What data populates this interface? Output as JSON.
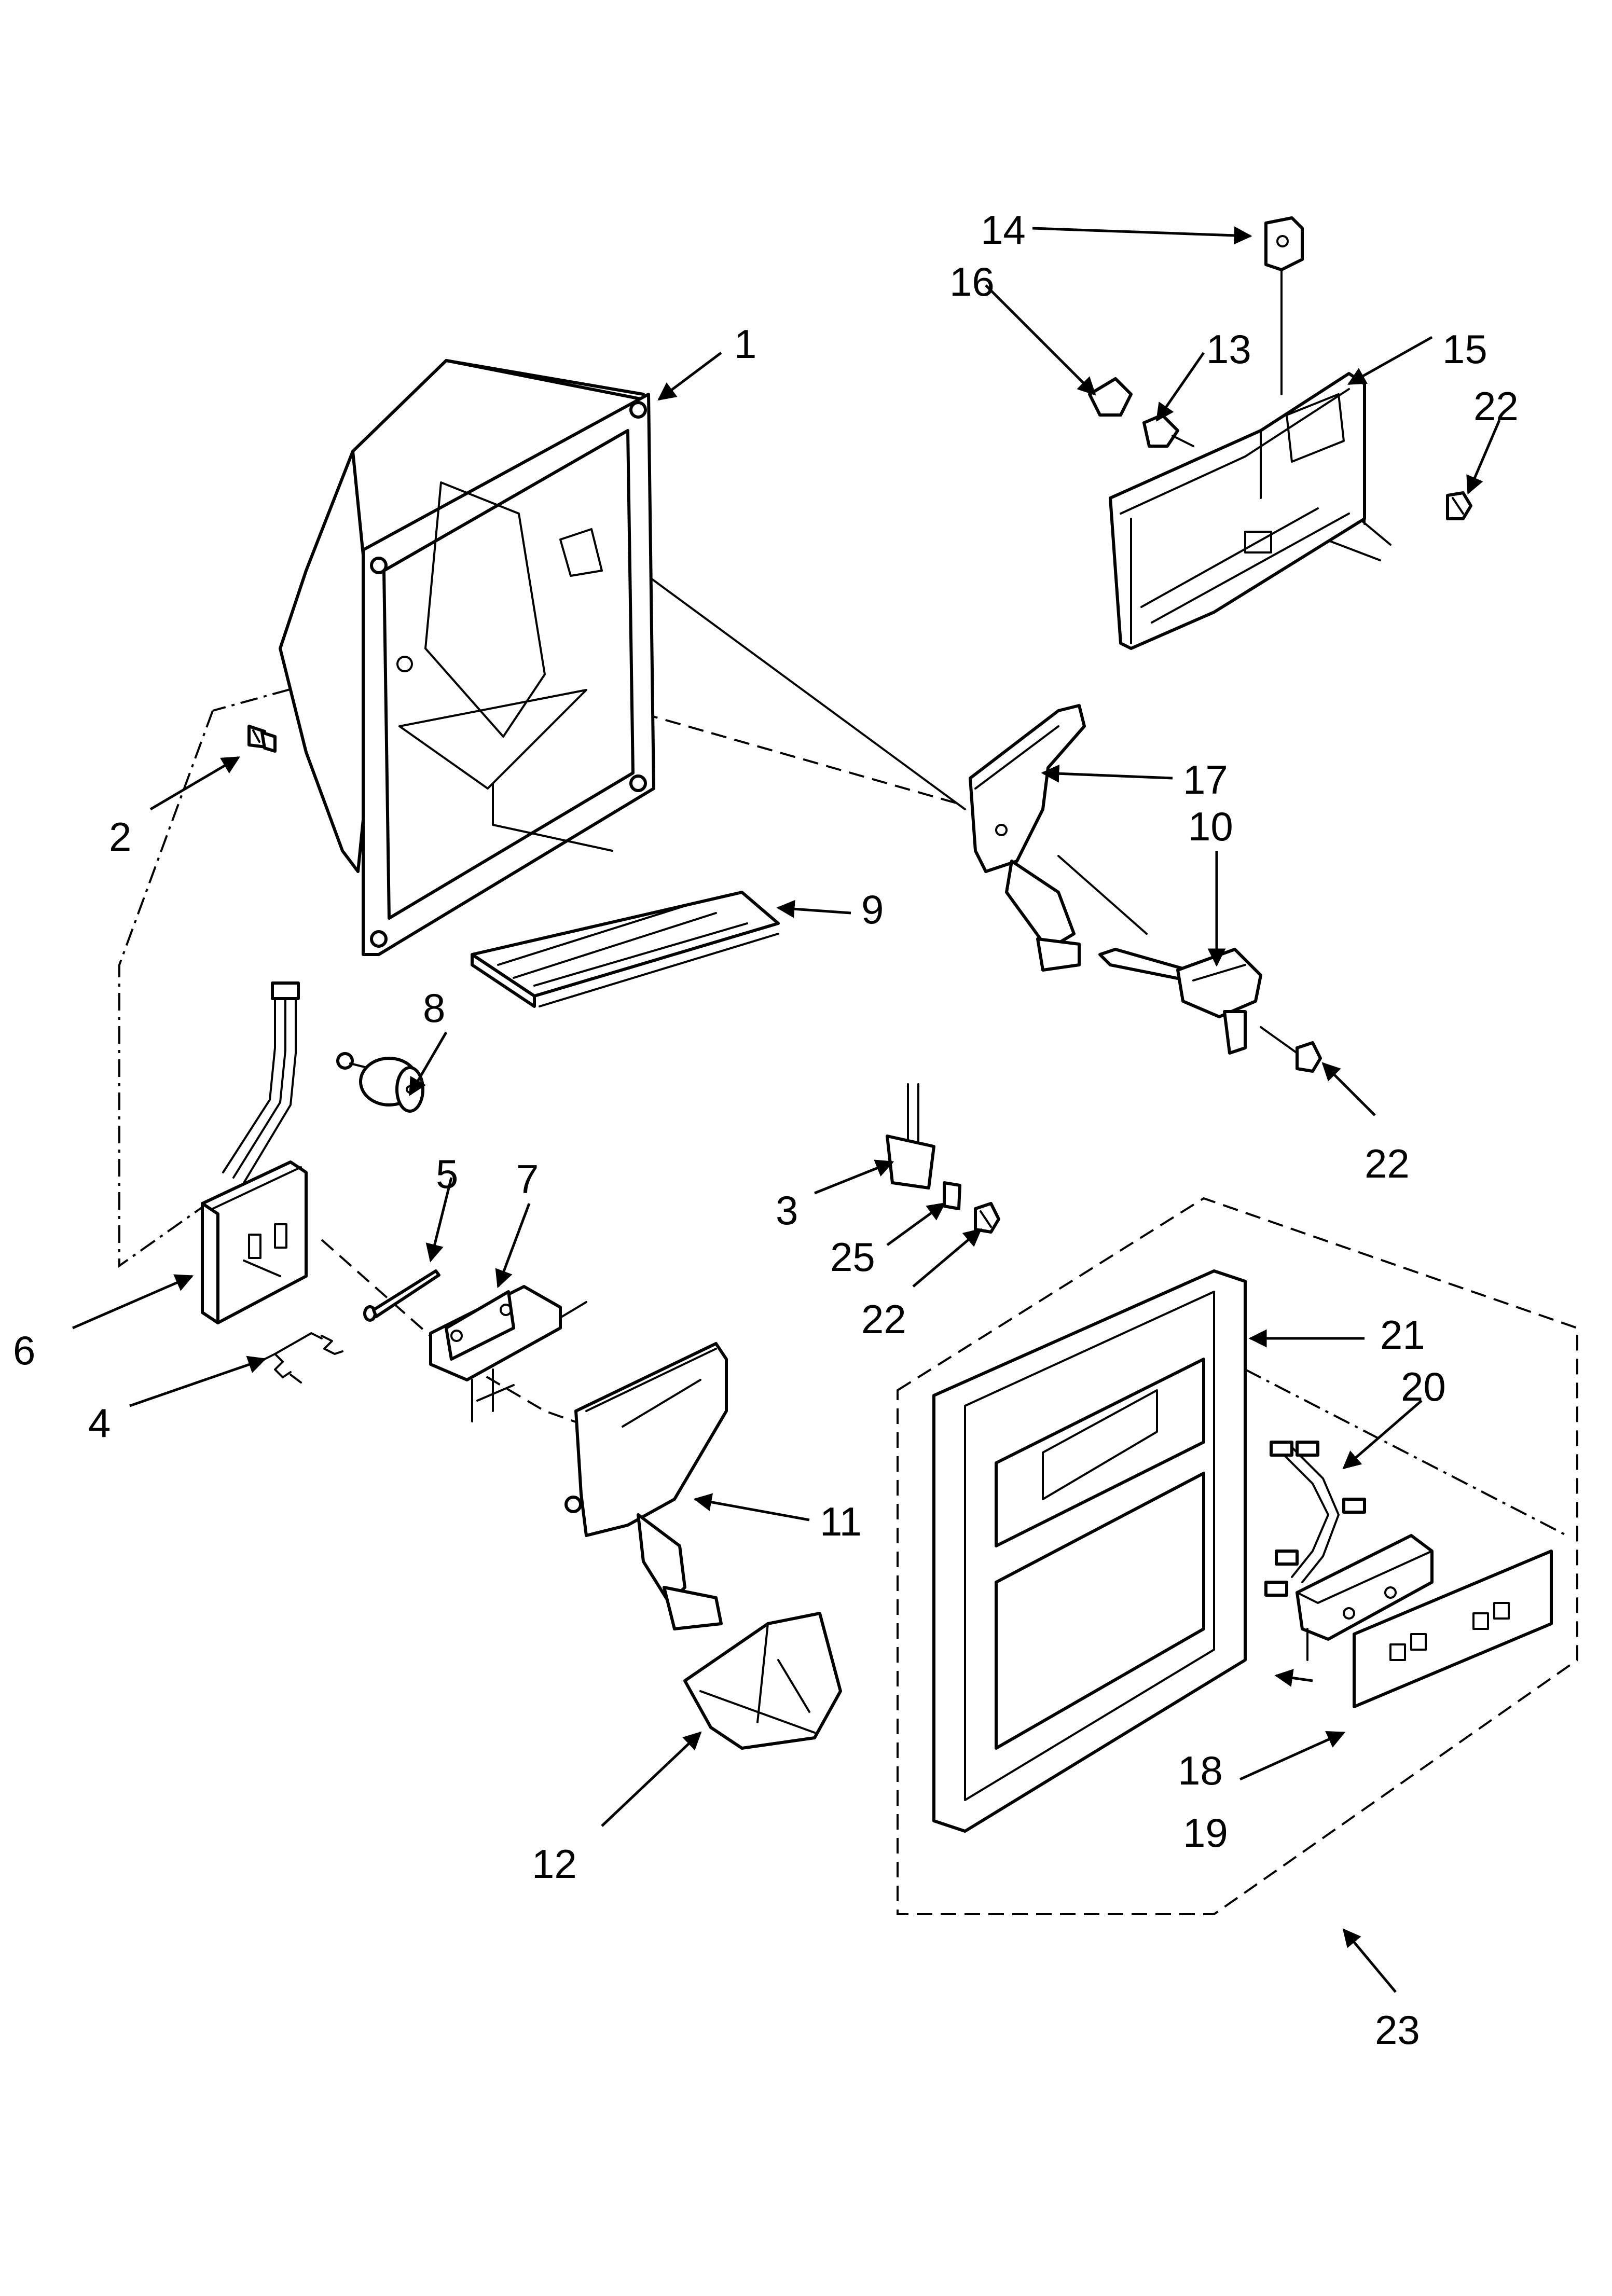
{
  "callouts": [
    {
      "id": "c1",
      "label": "1"
    },
    {
      "id": "c2",
      "label": "2"
    },
    {
      "id": "c3",
      "label": "3"
    },
    {
      "id": "c4",
      "label": "4"
    },
    {
      "id": "c5",
      "label": "5"
    },
    {
      "id": "c6",
      "label": "6"
    },
    {
      "id": "c7",
      "label": "7"
    },
    {
      "id": "c8",
      "label": "8"
    },
    {
      "id": "c9",
      "label": "9"
    },
    {
      "id": "c10",
      "label": "10"
    },
    {
      "id": "c11",
      "label": "11"
    },
    {
      "id": "c12",
      "label": "12"
    },
    {
      "id": "c13",
      "label": "13"
    },
    {
      "id": "c14",
      "label": "14"
    },
    {
      "id": "c15",
      "label": "15"
    },
    {
      "id": "c16",
      "label": "16"
    },
    {
      "id": "c17",
      "label": "17"
    },
    {
      "id": "c18",
      "label": "18"
    },
    {
      "id": "c19",
      "label": "19"
    },
    {
      "id": "c20",
      "label": "20"
    },
    {
      "id": "c21",
      "label": "21"
    },
    {
      "id": "c22a",
      "label": "22"
    },
    {
      "id": "c22b",
      "label": "22"
    },
    {
      "id": "c22c",
      "label": "22"
    },
    {
      "id": "c23",
      "label": "23"
    },
    {
      "id": "c25",
      "label": "25"
    }
  ],
  "colors": {
    "ink": "#000000",
    "paper": "#ffffff"
  },
  "arrowhead_icon": "arrowhead-icon"
}
